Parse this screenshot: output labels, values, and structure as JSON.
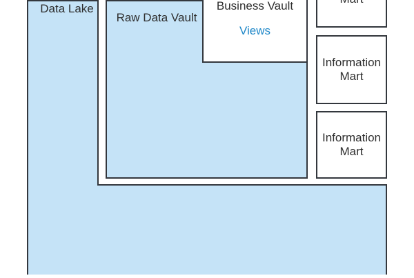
{
  "colors": {
    "box_fill_blue": "#c5e3f7",
    "box_fill_white": "#ffffff",
    "border": "#33373d",
    "text": "#2e2e2e",
    "link": "#1e87c8",
    "page_background": "#ffffff"
  },
  "diagram": {
    "data_lake": {
      "label": "Data Lake"
    },
    "raw_data_vault": {
      "label": "Raw Data Vault"
    },
    "business_vault": {
      "label": "Business Vault",
      "views_link": "Views"
    },
    "information_marts": [
      {
        "label": "Information Mart"
      },
      {
        "label": "Information Mart"
      },
      {
        "label": "Information Mart"
      }
    ]
  }
}
